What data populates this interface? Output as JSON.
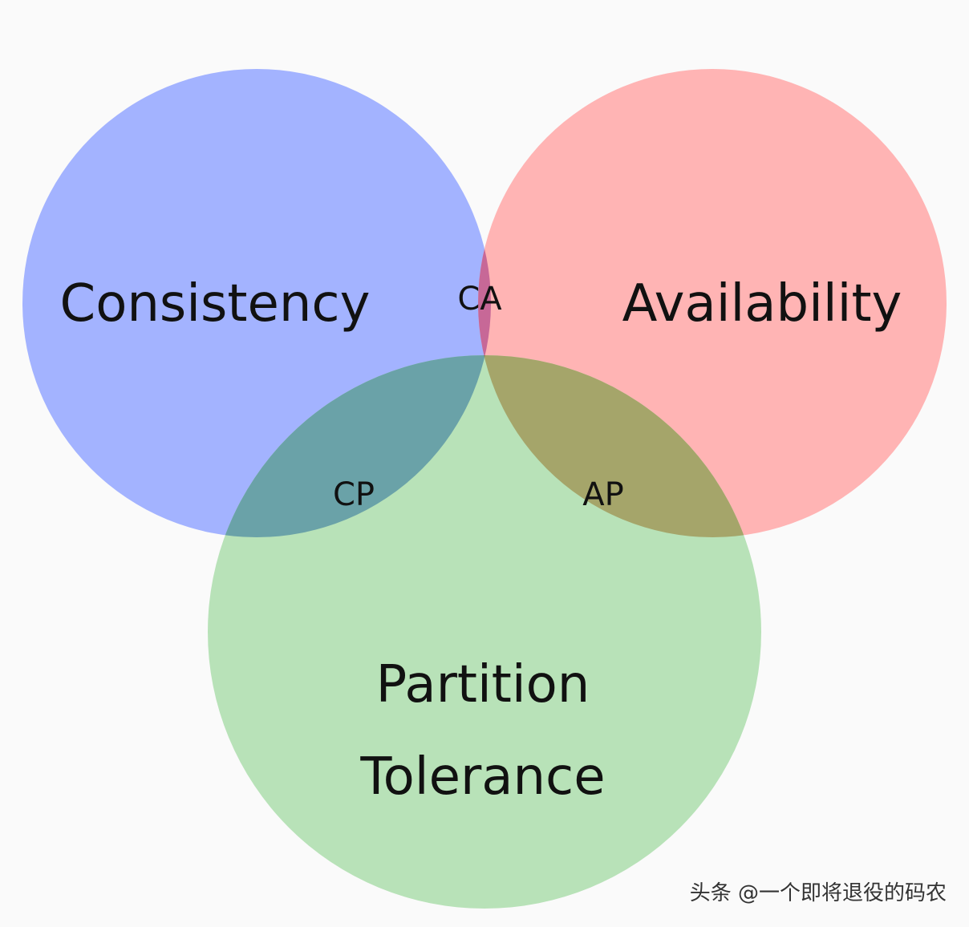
{
  "diagram": {
    "sets": {
      "consistency": {
        "label": "Consistency",
        "color": "#a3b3ff"
      },
      "availability": {
        "label": "Availability",
        "color": "#ffb4b4"
      },
      "partition": {
        "label_line1": "Partition",
        "label_line2": "Tolerance",
        "color": "#b8e2b8"
      }
    },
    "intersections": {
      "ca": {
        "label": "CA",
        "color": "#c76897"
      },
      "cp": {
        "label": "CP",
        "color": "#6aa2a8"
      },
      "ap": {
        "label": "AP",
        "color": "#a5a56a"
      },
      "cap": {
        "color": "#767353"
      }
    }
  },
  "watermark": {
    "text": "头条 @一个即将退役的码农"
  }
}
